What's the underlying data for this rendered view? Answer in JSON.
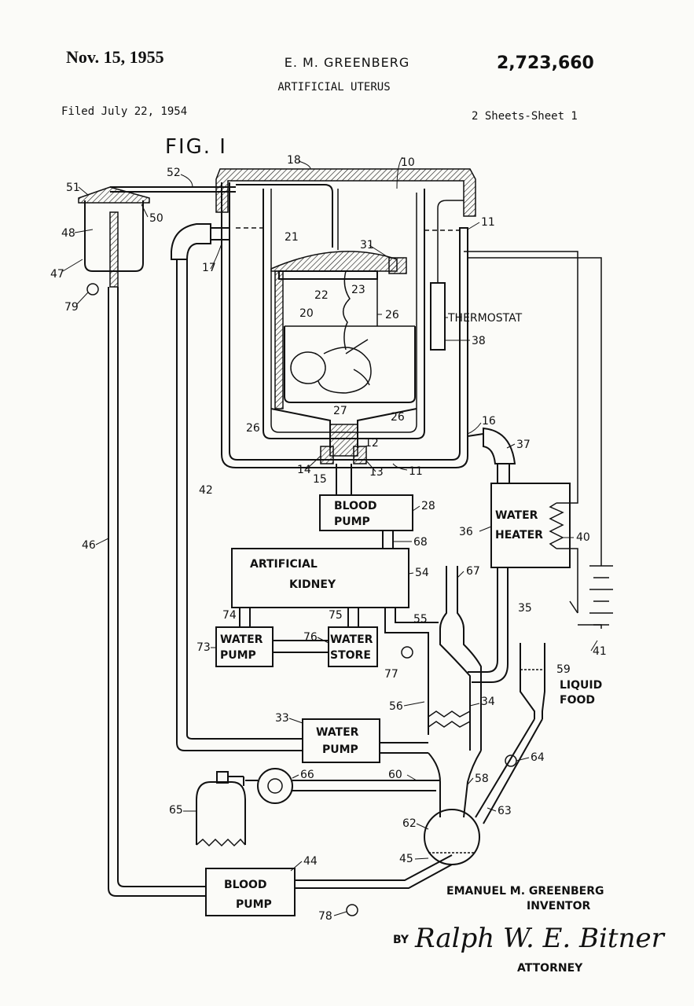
{
  "header": {
    "date": "Nov. 15, 1955",
    "inventor": "E. M. GREENBERG",
    "patent_number": "2,723,660",
    "title": "ARTIFICIAL UTERUS",
    "filed": "Filed July 22, 1954",
    "sheets": "2 Sheets-Sheet 1"
  },
  "figure": {
    "label": "FIG. I",
    "boxes": {
      "thermostat": "THERMOSTAT",
      "blood_pump_top_1": "BLOOD",
      "blood_pump_top_2": "PUMP",
      "water_heater_1": "WATER",
      "water_heater_2": "HEATER",
      "artificial_kidney_1": "ARTIFICIAL",
      "artificial_kidney_2": "KIDNEY",
      "water_pump_left_1": "WATER",
      "water_pump_left_2": "PUMP",
      "water_store_1": "WATER",
      "water_store_2": "STORE",
      "water_pump_mid_1": "WATER",
      "water_pump_mid_2": "PUMP",
      "blood_pump_bottom_1": "BLOOD",
      "blood_pump_bottom_2": "PUMP",
      "liquid_food_1": "LIQUID",
      "liquid_food_2": "FOOD"
    },
    "refs": {
      "r18": "18",
      "r10": "10",
      "r52": "52",
      "r51": "51",
      "r50": "50",
      "r48": "48",
      "r47": "47",
      "r79": "79",
      "r17": "17",
      "r21": "21",
      "r31": "31",
      "r11a": "11",
      "r22": "22",
      "r23": "23",
      "r26a": "26",
      "r20": "20",
      "r38": "38",
      "r27": "27",
      "r26b": "26",
      "r26c": "26",
      "r16": "16",
      "r37": "37",
      "r12": "12",
      "r14": "14",
      "r15": "15",
      "r13": "13",
      "r11b": "11",
      "r42": "42",
      "r28": "28",
      "r36": "36",
      "r40": "40",
      "r46": "46",
      "r68": "68",
      "r54": "54",
      "r67": "67",
      "r74": "74",
      "r75": "75",
      "r55": "55",
      "r35": "35",
      "r73": "73",
      "r76": "76",
      "r77": "77",
      "r41": "41",
      "r59": "59",
      "r56": "56",
      "r34": "34",
      "r33": "33",
      "r64": "64",
      "r66": "66",
      "r60": "60",
      "r58": "58",
      "r65": "65",
      "r63": "63",
      "r62": "62",
      "r45": "45",
      "r44": "44",
      "r78": "78"
    }
  },
  "footer": {
    "inventor_name": "EMANUEL M. GREENBERG",
    "inventor_label": "INVENTOR",
    "by": "BY",
    "signature": "Ralph W. E. Bitner",
    "attorney": "ATTORNEY"
  }
}
